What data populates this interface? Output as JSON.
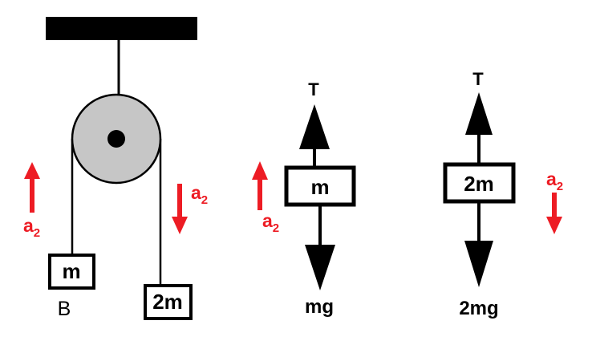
{
  "colors": {
    "accent_red": "#ed1c24",
    "ink": "#000000",
    "pulley_fill": "#c6c6c6",
    "background": "#ffffff"
  },
  "pulley_system": {
    "left_mass": "m",
    "right_mass": "2m",
    "point_label": "B",
    "left_accel": {
      "base": "a",
      "sub": "2"
    },
    "right_accel": {
      "base": "a",
      "sub": "2"
    }
  },
  "fbd_m": {
    "tension": "T",
    "mass": "m",
    "weight": "mg",
    "accel": {
      "base": "a",
      "sub": "2"
    }
  },
  "fbd_2m": {
    "tension": "T",
    "mass": "2m",
    "weight": "2mg",
    "accel": {
      "base": "a",
      "sub": "2"
    }
  }
}
